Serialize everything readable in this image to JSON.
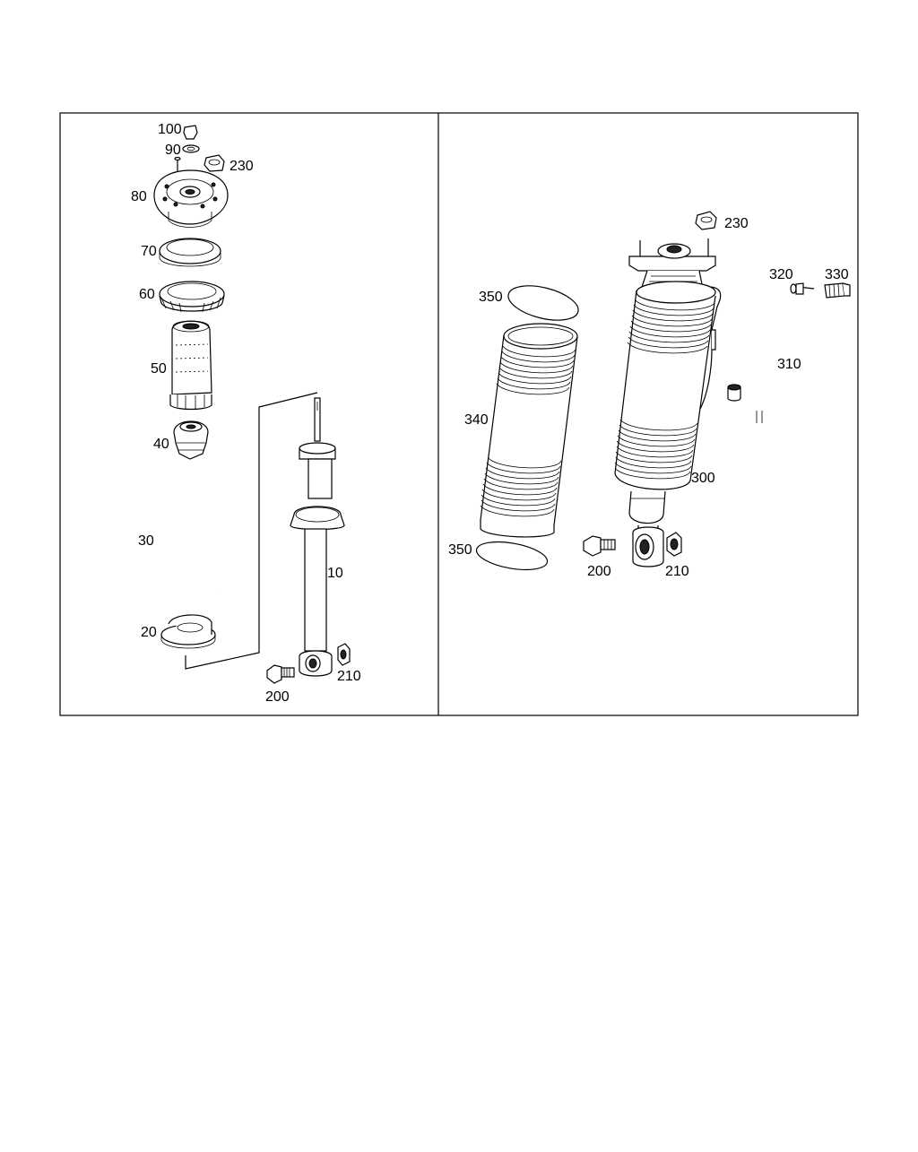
{
  "left_panel": {
    "labels": {
      "p100": "100",
      "p90": "90",
      "p230": "230",
      "p80": "80",
      "p70": "70",
      "p60": "60",
      "p50": "50",
      "p40": "40",
      "p30": "30",
      "p20": "20",
      "p10": "10",
      "p200": "200",
      "p210": "210"
    }
  },
  "right_panel": {
    "labels": {
      "p230": "230",
      "p350a": "350",
      "p320": "320",
      "p330": "330",
      "p310": "310",
      "p340": "340",
      "p300": "300",
      "p350b": "350",
      "p200": "200",
      "p210": "210"
    }
  }
}
